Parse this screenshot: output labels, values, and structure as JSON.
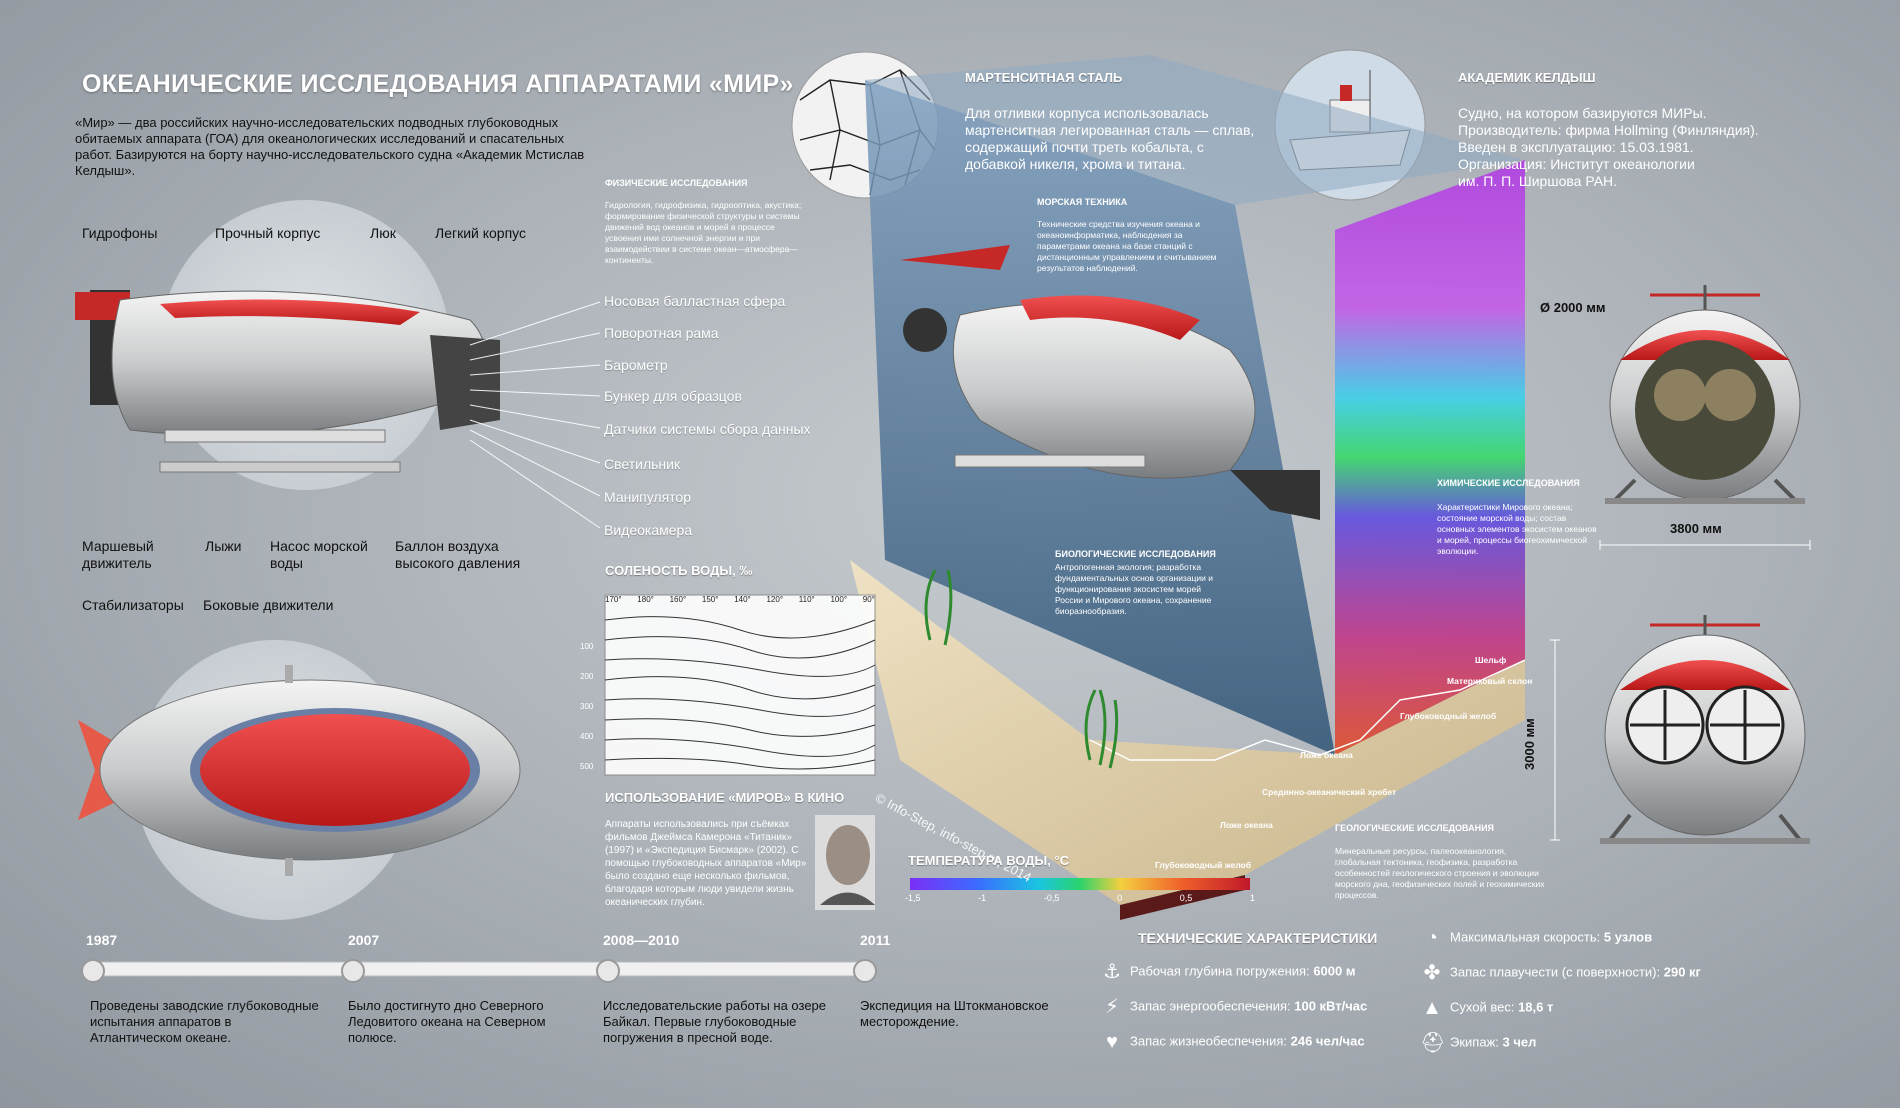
{
  "title": "ОКЕАНИЧЕСКИЕ ИССЛЕДОВАНИЯ АППАРАТАМИ «МИР»",
  "intro": "«Мир» — два российских научно-исследовательских подводных глубоководных обитаемых аппарата (ГОА) для океанологических исследований и спасательных работ. Базируются на борту научно-исследовательского судна «Академик Мстислав Келдыш».",
  "side_labels": {
    "top": [
      "Гидрофоны",
      "Прочный корпус",
      "Люк",
      "Легкий корпус"
    ],
    "bottom_left": [
      "Маршевый движитель",
      "Лыжи",
      "Насос морской воды",
      "Баллон воздуха высокого давления"
    ],
    "right": [
      "Носовая балластная сфера",
      "Поворотная рама",
      "Барометр",
      "Бункер для образцов",
      "Датчики системы сбора данных",
      "Светильник",
      "Манипулятор",
      "Видеокамера"
    ]
  },
  "top_labels": [
    "Стабилизаторы",
    "Боковые движители"
  ],
  "steel": {
    "heading": "МАРТЕНСИТНАЯ СТАЛЬ",
    "text": "Для отливки корпуса использовалась мартенситная легированная сталь — сплав, содержащий почти треть кобальта, с добавкой никеля, хрома и титана."
  },
  "keldysh": {
    "heading": "АКАДЕМИК КЕЛДЫШ",
    "lines": [
      "Судно, на котором базируются МИРы.",
      "Производитель: фирма Hollming (Финляндия).",
      "Введен в эксплуатацию: 15.03.1981.",
      "Организация: Институт океанологии",
      "им. П. П. Ширшова РАН."
    ]
  },
  "physical": {
    "heading": "ФИЗИЧЕСКИЕ ИССЛЕДОВАНИЯ",
    "text": "Гидрология, гидрофизика, гидрооптика, акустика; формирование физической структуры и системы движений вод океанов и морей в процессе усвоения ими солнечной энергии и при взаимодействии в системе океан—атмосфера—континенты."
  },
  "marine_tech": {
    "heading": "МОРСКАЯ ТЕХНИКА",
    "text": "Технические средства изучения океана и океаноинформатика, наблюдения за параметрами океана на базе станций с дистанционным управлением и считыванием результатов наблюдений."
  },
  "chemical": {
    "heading": "ХИМИЧЕСКИЕ ИССЛЕДОВАНИЯ",
    "text": "Характеристики Мирового океана; состояние морской воды; состав основных элементов экосистем океанов и морей, процессы биогеохимической эволюции."
  },
  "biological": {
    "heading": "БИОЛОГИЧЕСКИЕ ИССЛЕДОВАНИЯ",
    "text": "Антропогенная экология; разработка фундаментальных основ организации и функционирования экосистем морей России и Мирового океана, сохранение биоразнообразия."
  },
  "geological": {
    "heading": "ГЕОЛОГИЧЕСКИЕ ИССЛЕДОВАНИЯ",
    "text": "Минеральные ресурсы, палеоокеанология, глобальная тектоника, геофизика, разработка особенностей геологического строения и эволюции морского дна, геофизических полей и геохимических процессов."
  },
  "seabed_labels": [
    "Шельф",
    "Материковый склон",
    "Глубоководный желоб",
    "Ложе океана",
    "Срединно-океанический хребет",
    "Ложе океана",
    "Глубоководный желоб"
  ],
  "salinity": {
    "heading": "СОЛЕНОСТЬ ВОДЫ, ‰",
    "x_ticks": [
      "170°",
      "180°",
      "160°",
      "150°",
      "140°",
      "120°",
      "110°",
      "100°",
      "90°"
    ],
    "y_ticks": [
      "100",
      "200",
      "300",
      "400",
      "500"
    ]
  },
  "cinema": {
    "heading": "ИСПОЛЬЗОВАНИЕ «МИРОВ» В КИНО",
    "text": "Аппараты использовались при съёмках фильмов Джеймса Камерона «Титаник» (1997) и «Экспедиция Бисмарк» (2002). С помощью глубоководных аппаратов «Мир» было создано еще несколько фильмов, благодаря которым люди увидели жизнь океанических глубин."
  },
  "copyright": "© Info-Step, info-step.ru, 2014",
  "temperature": {
    "heading": "ТЕМПЕРАТУРА ВОДЫ, °С",
    "ticks": [
      "-1,5",
      "-1",
      "-0,5",
      "0",
      "0,5",
      "1"
    ],
    "colors": [
      "#7b2ff7",
      "#3b6cff",
      "#19c6e0",
      "#2bd36b",
      "#f4d03f",
      "#f0602a",
      "#c0182a"
    ]
  },
  "dimensions": {
    "diameter": "Ø 2000 мм",
    "width": "3800 мм",
    "height": "3000 мм"
  },
  "timeline": {
    "events": [
      {
        "year": "1987",
        "text": "Проведены заводские глубоководные испытания аппаратов в Атлантическом океане."
      },
      {
        "year": "2007",
        "text": "Было достигнуто дно Северного Ледовитого океана на Северном полюсе."
      },
      {
        "year": "2008—2010",
        "text": "Исследовательские работы на озере Байкал. Первые глубоководные погружения в пресной воде."
      },
      {
        "year": "2011",
        "text": "Экспедиция на Штокмановское месторождение."
      }
    ]
  },
  "specs": {
    "heading": "ТЕХНИЧЕСКИЕ ХАРАКТЕРИСТИКИ",
    "items": [
      {
        "icon": "anchor-icon",
        "label": "Рабочая глубина погружения:",
        "value": "6000 м"
      },
      {
        "icon": "lightning-icon",
        "label": "Запас энергообеспечения:",
        "value": "100 кВт/час"
      },
      {
        "icon": "heartbeat-icon",
        "label": "Запас жизнеобеспечения:",
        "value": "246 чел/час"
      },
      {
        "icon": "speedometer-icon",
        "label": "Максимальная скорость:",
        "value": "5 узлов"
      },
      {
        "icon": "propeller-icon",
        "label": "Запас плавучести (с поверхности):",
        "value": "290 кг"
      },
      {
        "icon": "weight-icon",
        "label": "Сухой вес:",
        "value": "18,6 т"
      },
      {
        "icon": "captain-hat-icon",
        "label": "Экипаж:",
        "value": "3 чел"
      }
    ]
  }
}
